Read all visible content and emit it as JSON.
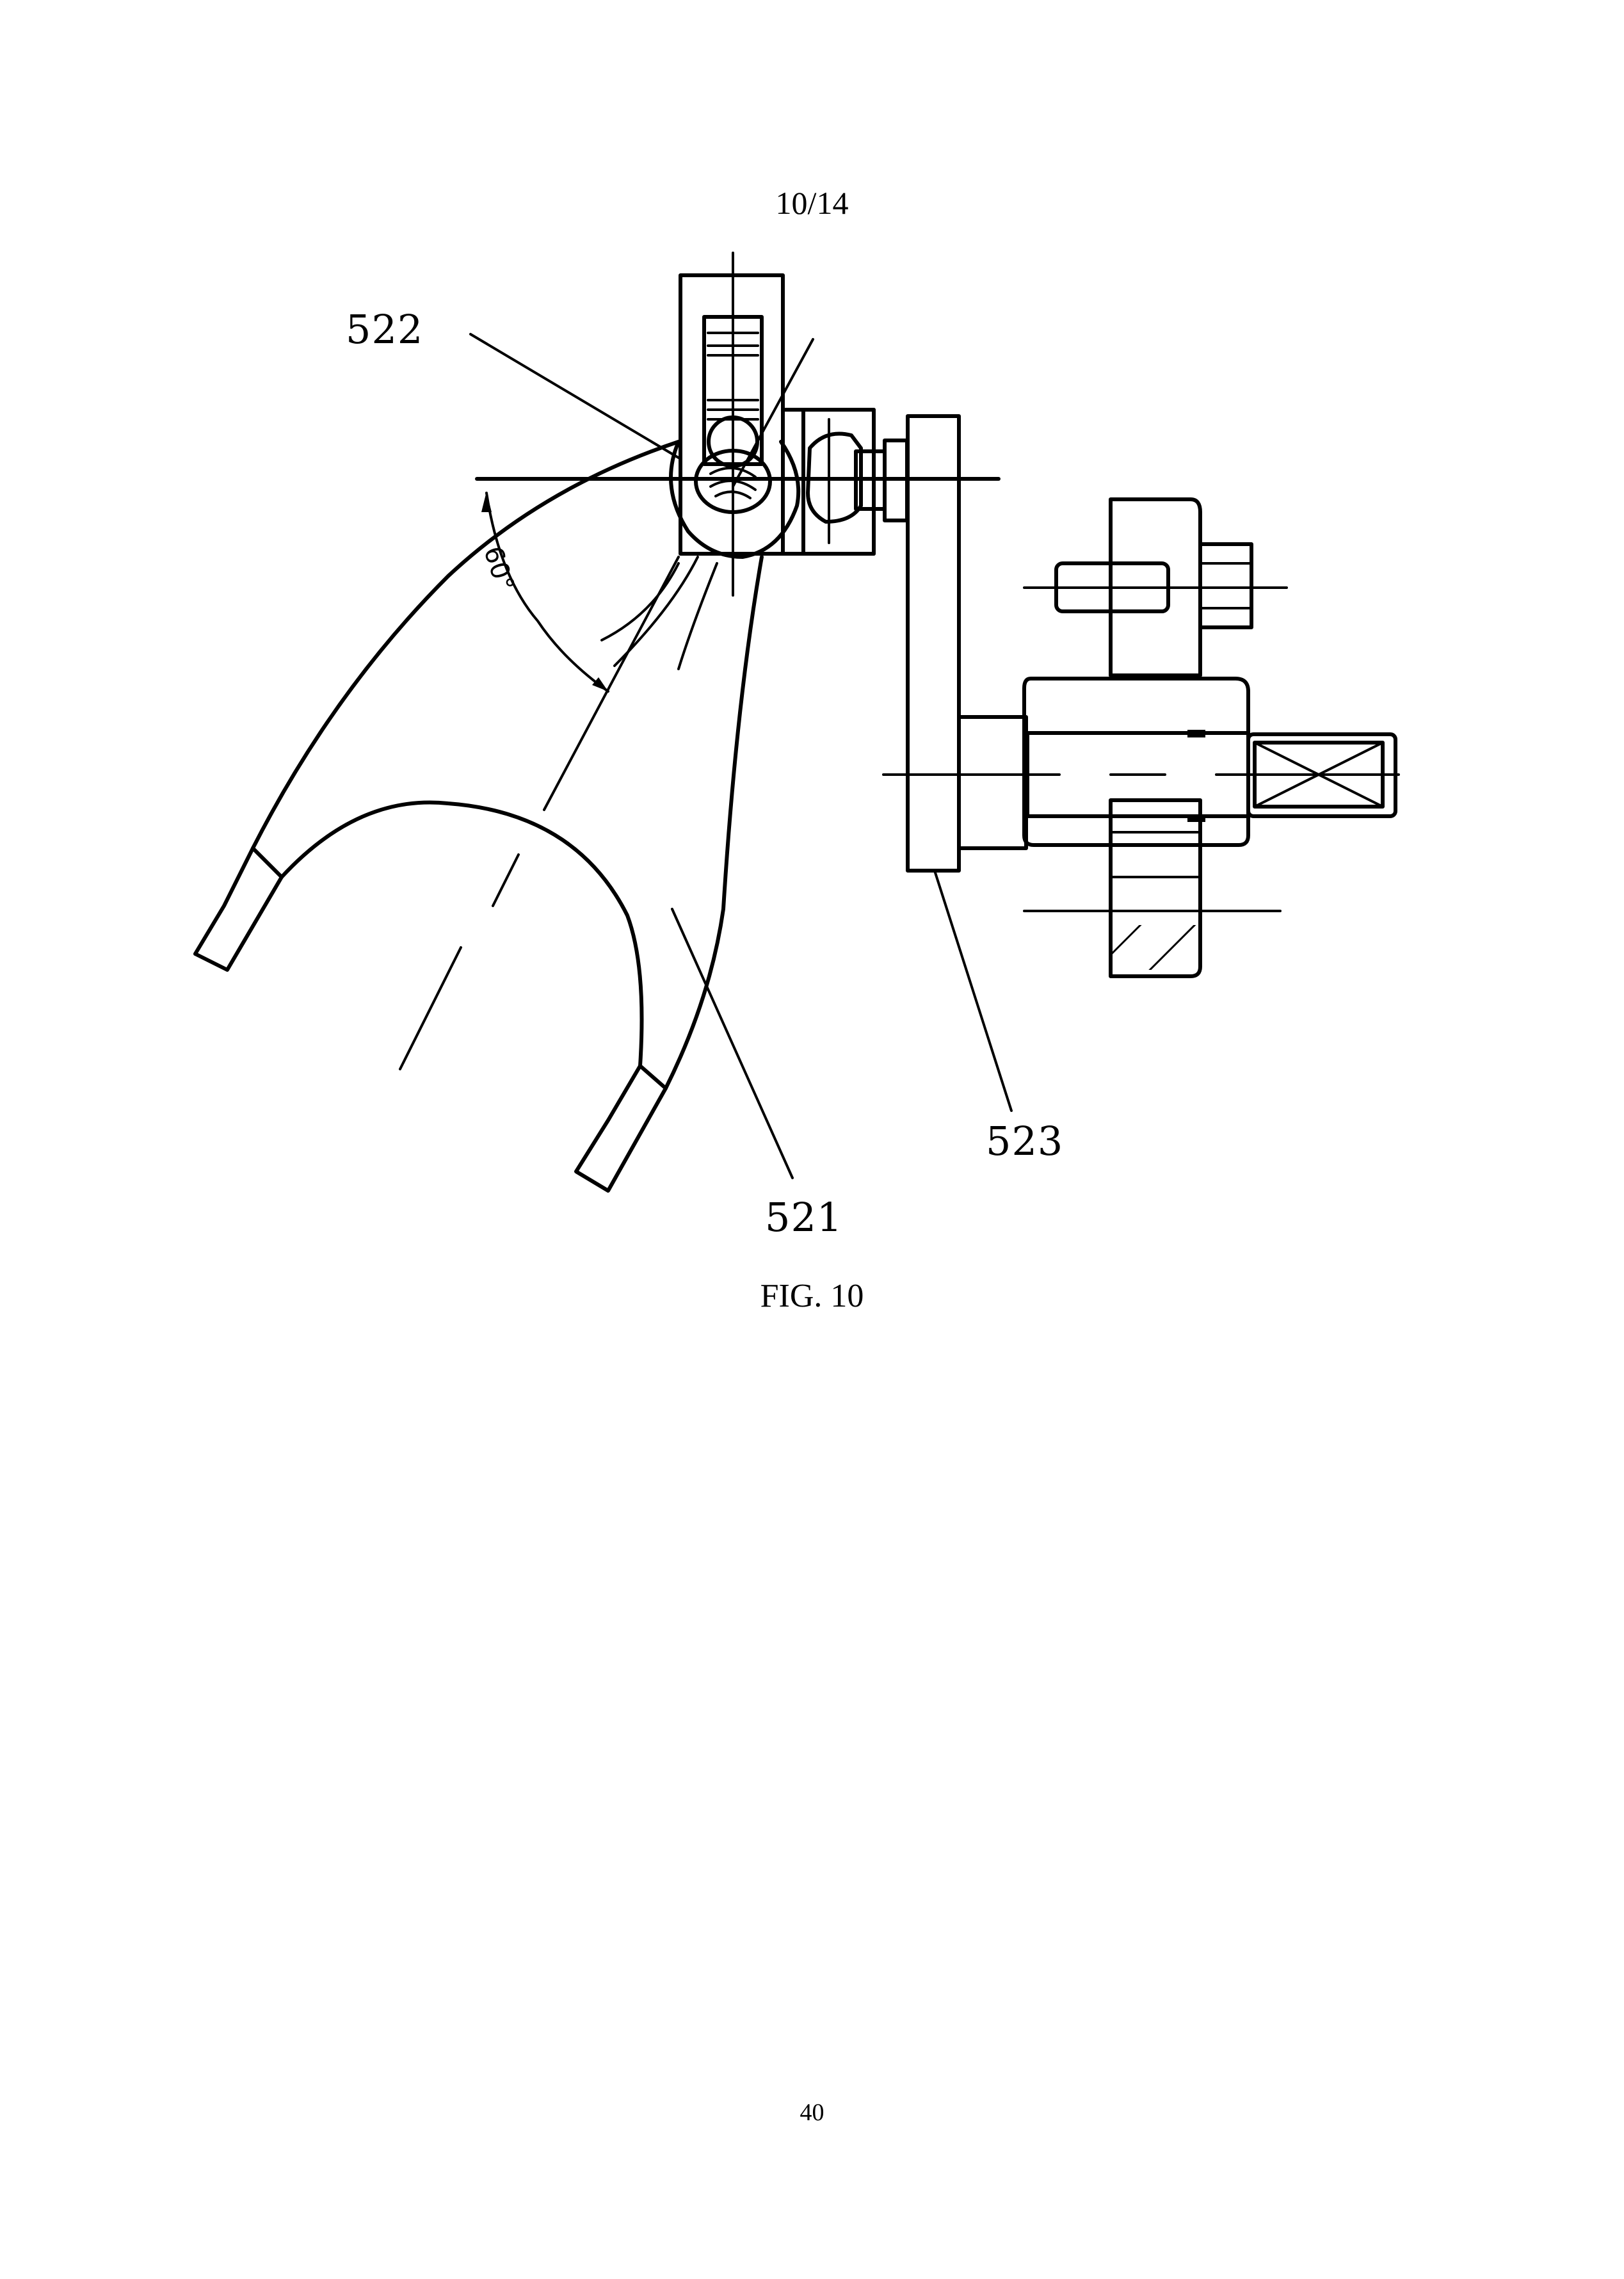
{
  "header": {
    "sheet_number": "10/14"
  },
  "figure": {
    "caption": "FIG. 10",
    "reference_labels": {
      "fork_head": "522",
      "shift_fork": "521",
      "lever_arm": "523"
    },
    "angle_annotation": "60°"
  },
  "footer": {
    "page_number": "40"
  }
}
